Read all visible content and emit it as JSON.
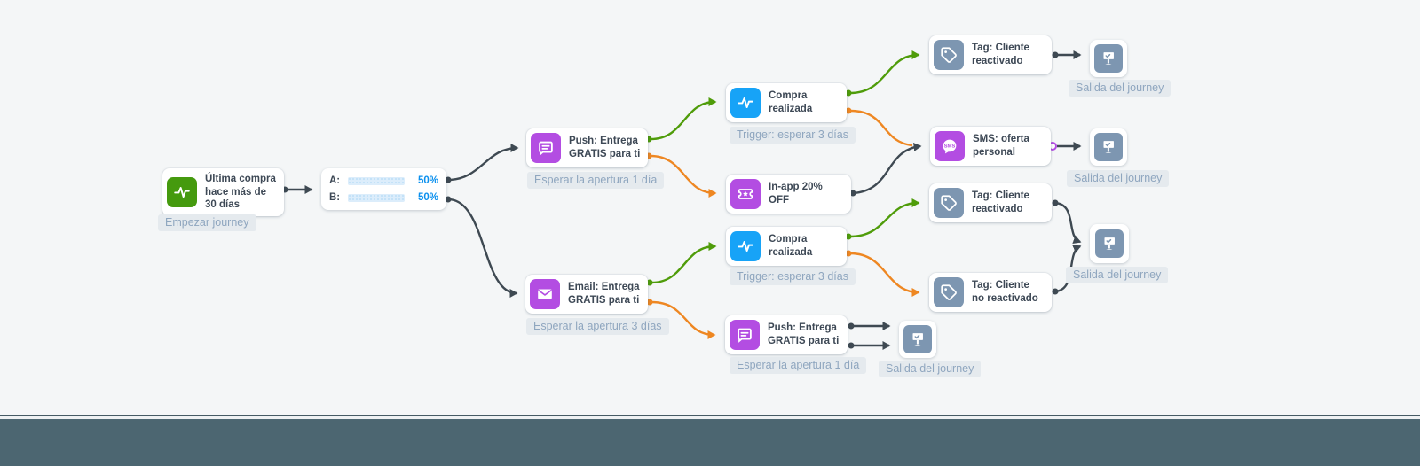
{
  "app": {
    "name": "journey-builder-canvas"
  },
  "colors": {
    "background": "#f4f6f7",
    "footer_bar": "#4c6671",
    "connector_dark": "#3e4952",
    "branch_green": "#4f9c0a",
    "branch_orange": "#ee8722",
    "node_purple": "#b34de2",
    "node_green": "#459a0e",
    "node_blue": "#17a3f7",
    "node_slate": "#7d96b1",
    "ab_bar_fill": "#16a0f3",
    "ab_percent_text": "#0b90ee",
    "label_pill_bg": "#e5eaee",
    "label_pill_text": "#8fa6bf"
  },
  "nodes": {
    "start": {
      "title": "Última compra hace más de 30 días",
      "status": "Empezar journey",
      "icon": "activity-pulse"
    },
    "ab_split": {
      "rows": [
        {
          "name": "A:",
          "percent": "50%"
        },
        {
          "name": "B:",
          "percent": "50%"
        }
      ]
    },
    "push_1": {
      "title": "Push: Entrega GRATIS para ti",
      "status": "Esperar la apertura 1 día"
    },
    "compra_1": {
      "title": "Compra realizada",
      "status": "Trigger: esperar 3 días"
    },
    "inapp": {
      "title": "In-app 20% OFF"
    },
    "tag_reactivado_1": {
      "title": "Tag: Cliente reactivado"
    },
    "sms": {
      "title": "SMS: oferta personal",
      "icon_text": "SMS"
    },
    "email": {
      "title": "Email: Entrega GRATIS para ti",
      "status": "Esperar la apertura 3 días"
    },
    "compra_2": {
      "title": "Compra realizada",
      "status": "Trigger: esperar 3 días"
    },
    "tag_reactivado_2": {
      "title": "Tag: Cliente reactivado"
    },
    "tag_no_reactivado": {
      "title": "Tag: Cliente no reactivado"
    },
    "push_2": {
      "title": "Push: Entrega GRATIS para ti",
      "status": "Esperar la apertura 1 día"
    },
    "exit_1": {
      "label": "Salida del journey"
    },
    "exit_2": {
      "label": "Salida del journey"
    },
    "exit_3": {
      "label": "Salida del journey"
    },
    "exit_4": {
      "label": "Salida del journey"
    }
  }
}
